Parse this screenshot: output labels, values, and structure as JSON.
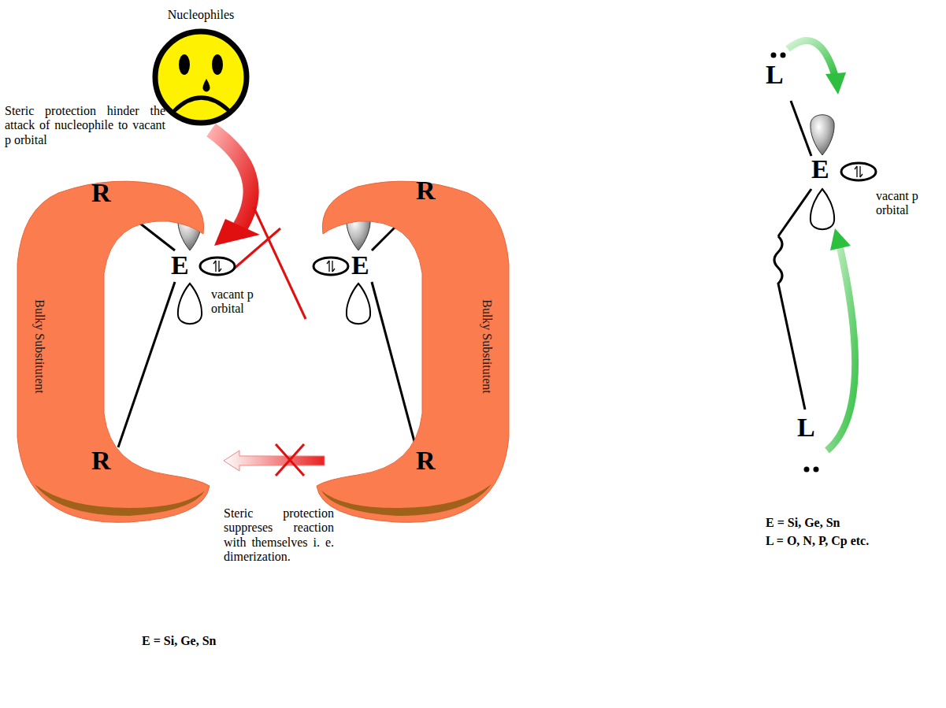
{
  "diagram": {
    "nodes": [
      {
        "text": [
          "Bulky Substitutent"
        ]
      },
      {
        "text": [
          "Bulky Substitutent"
        ]
      }
    ],
    "labels": [
      "Nucleophiles",
      "Steric protection hinder the attack of nucleophile to vacant p orbital",
      "R",
      "E",
      "vacant p orbital",
      "R",
      "R",
      "E",
      "R",
      "Steric protection suppreses reaction with themselves i. e. dimerization.",
      "E = Si, Ge, Sn",
      "L",
      "E",
      "vacant p orbital",
      "L",
      "E = Si, Ge, Sn",
      "L = O, N, P, Cp etc."
    ]
  }
}
